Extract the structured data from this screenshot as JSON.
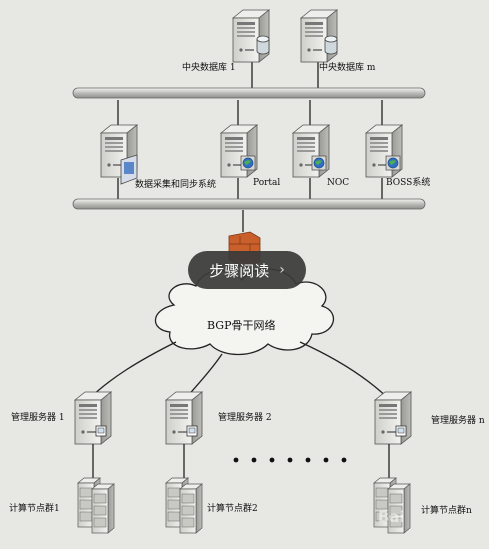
{
  "labels": {
    "db1": "中央数据库 1",
    "dbm": "中央数据库 m",
    "collect": "数据采集和同步系统",
    "portal": "Portal",
    "noc": "NOC",
    "boss": "BOSS系统",
    "bgp": "BGP骨干网络",
    "mgr1": "管理服务器 1",
    "mgr2": "管理服务器 2",
    "mgrn": "管理服务器 n",
    "grp1": "计算节点群1",
    "grp2": "计算节点群2",
    "grpn": "计算节点群n"
  },
  "overlay": {
    "label": "步骤阅读",
    "chevron": "›"
  },
  "watermark": "Bai",
  "colors": {
    "background": "#e7e7e4",
    "server": "#d9d9d4",
    "firewall": "#c9602c",
    "lightning": "#f2e14a",
    "globe": "#2f6fc4"
  },
  "icons": [
    "server-icon",
    "database-icon",
    "globe-icon",
    "firewall-icon",
    "lightning-icon",
    "cloud-icon"
  ]
}
